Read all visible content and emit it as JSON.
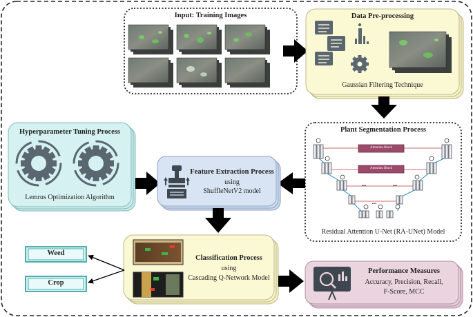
{
  "stages": {
    "input": {
      "title": "Input: Training Images"
    },
    "preprocessing": {
      "title": "Data Pre-processing",
      "technique": "Gaussian Filtering Technique"
    },
    "segmentation": {
      "title": "Plant Segmentation Process",
      "model": "Residual Attention U-Net (RA-UNet) Model",
      "attention_block_label": "Attention Block",
      "ellipsis": "..."
    },
    "hyperparameter": {
      "title": "Hyperparameter Tuning Process",
      "algorithm": "Lemrus Optimization Algorithm"
    },
    "feature": {
      "title": "Feature Extraction Process",
      "using": "using",
      "model": "ShuffleNetV2 model"
    },
    "classification": {
      "title": "Classification Process",
      "using": "using",
      "model": "Cascading Q-Network Model"
    },
    "performance": {
      "title": "Performance Measures",
      "metrics_line1": "Accuracy, Precision, Recall,",
      "metrics_line2": "F-Score, MCC"
    }
  },
  "outputs": {
    "weed": "Weed",
    "crop": "Crop"
  },
  "colors": {
    "yellow_panel": "#fbf8d4",
    "blue_panel": "#d8e4f3",
    "cyan_panel": "#d6f1f1",
    "pink_panel": "#ead5df",
    "gear": "#5a6670",
    "arrow": "#000000",
    "teal_box": "#2a9a9a"
  }
}
